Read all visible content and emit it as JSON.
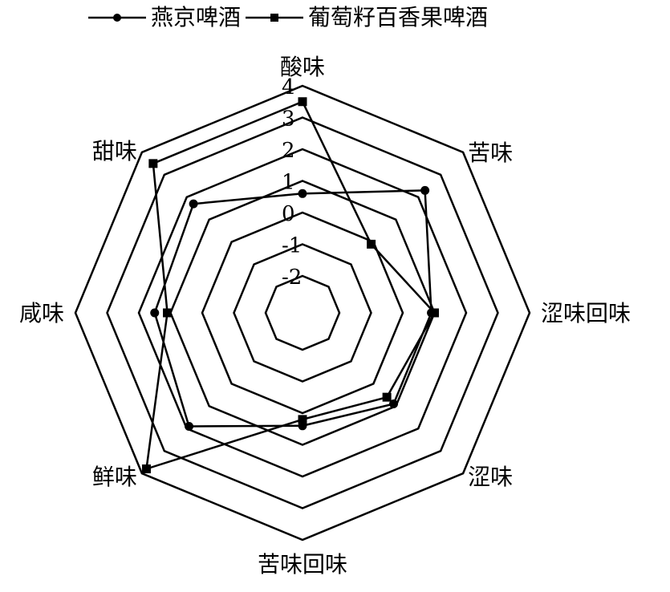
{
  "chart_data": {
    "type": "radar",
    "categories": [
      "酸味",
      "苦味",
      "涩味回味",
      "涩味",
      "苦味回味",
      "鲜味",
      "咸味",
      "甜味"
    ],
    "series": [
      {
        "name": "燕京啤酒",
        "marker": "circle",
        "values": [
          0.6,
          2.3,
          0.9,
          0.9,
          0.4,
          1.9,
          1.5,
          1.7
        ]
      },
      {
        "name": "葡萄籽百香果啤酒",
        "marker": "square",
        "values": [
          3.5,
          -0.1,
          1.0,
          0.6,
          0.2,
          3.8,
          1.1,
          3.5
        ]
      }
    ],
    "rlim": [
      -2,
      4
    ],
    "ticks": [
      "-2",
      "-1",
      "0",
      "1",
      "2",
      "3",
      "4"
    ],
    "grid": true,
    "legend_position": "top",
    "colors": {
      "grid": "#000000",
      "series": "#000000"
    }
  }
}
